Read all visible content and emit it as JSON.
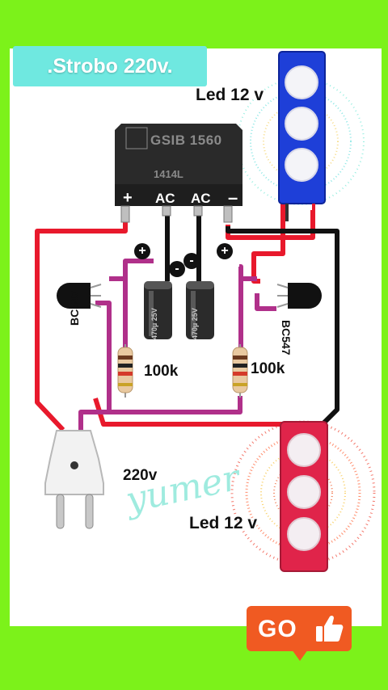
{
  "title": ".Strobo 220v.",
  "bridge": {
    "brand": "GSIB 1560",
    "code": "1414L",
    "pins": {
      "plus": "+",
      "ac1": "AC",
      "ac2": "AC",
      "minus": "–"
    }
  },
  "capacitors": {
    "c1": {
      "plus": "+",
      "minus": "-",
      "value": "470µ 25V"
    },
    "c2": {
      "plus": "+",
      "minus": "-",
      "value": "470µ 25V"
    }
  },
  "transistors": {
    "t1": "BC547",
    "t2": "BC547"
  },
  "resistors": {
    "r1": "100k",
    "r2": "100k"
  },
  "leds": {
    "top": "Led 12 v",
    "bottom": "Led 12 v"
  },
  "plug": {
    "voltage": "220v"
  },
  "watermark": "yumer",
  "go_button": {
    "label": "GO",
    "icon": "thumbs-up-icon"
  },
  "colors": {
    "background": "#7CF21A",
    "title_bg": "#6FE8E0",
    "wire_red": "#E8192C",
    "wire_black": "#111111",
    "wire_purple": "#B0308A",
    "led_top": "#1E3FD8",
    "led_bottom": "#E0244A",
    "go_button": "#F05A22"
  }
}
